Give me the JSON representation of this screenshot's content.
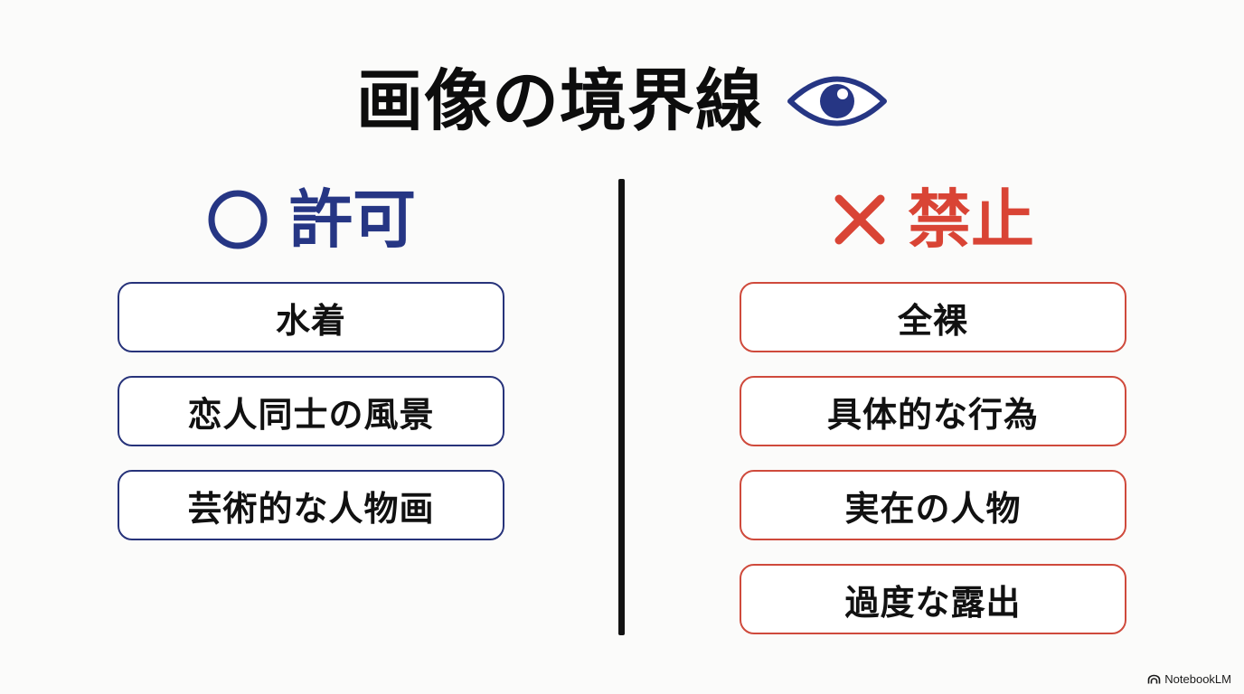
{
  "title": "画像の境界線",
  "icons": {
    "title": "eye-icon",
    "allow": "circle-icon",
    "deny": "cross-icon",
    "brand": "notebooklm-logo-icon"
  },
  "colors": {
    "allow": "#263684",
    "deny": "#d94435",
    "divider": "#121212",
    "background": "#fbfbfa"
  },
  "allowed": {
    "heading": "許可",
    "items": [
      "水着",
      "恋人同士の風景",
      "芸術的な人物画"
    ]
  },
  "prohibited": {
    "heading": "禁止",
    "items": [
      "全裸",
      "具体的な行為",
      "実在の人物",
      "過度な露出"
    ]
  },
  "brand": "NotebookLM"
}
